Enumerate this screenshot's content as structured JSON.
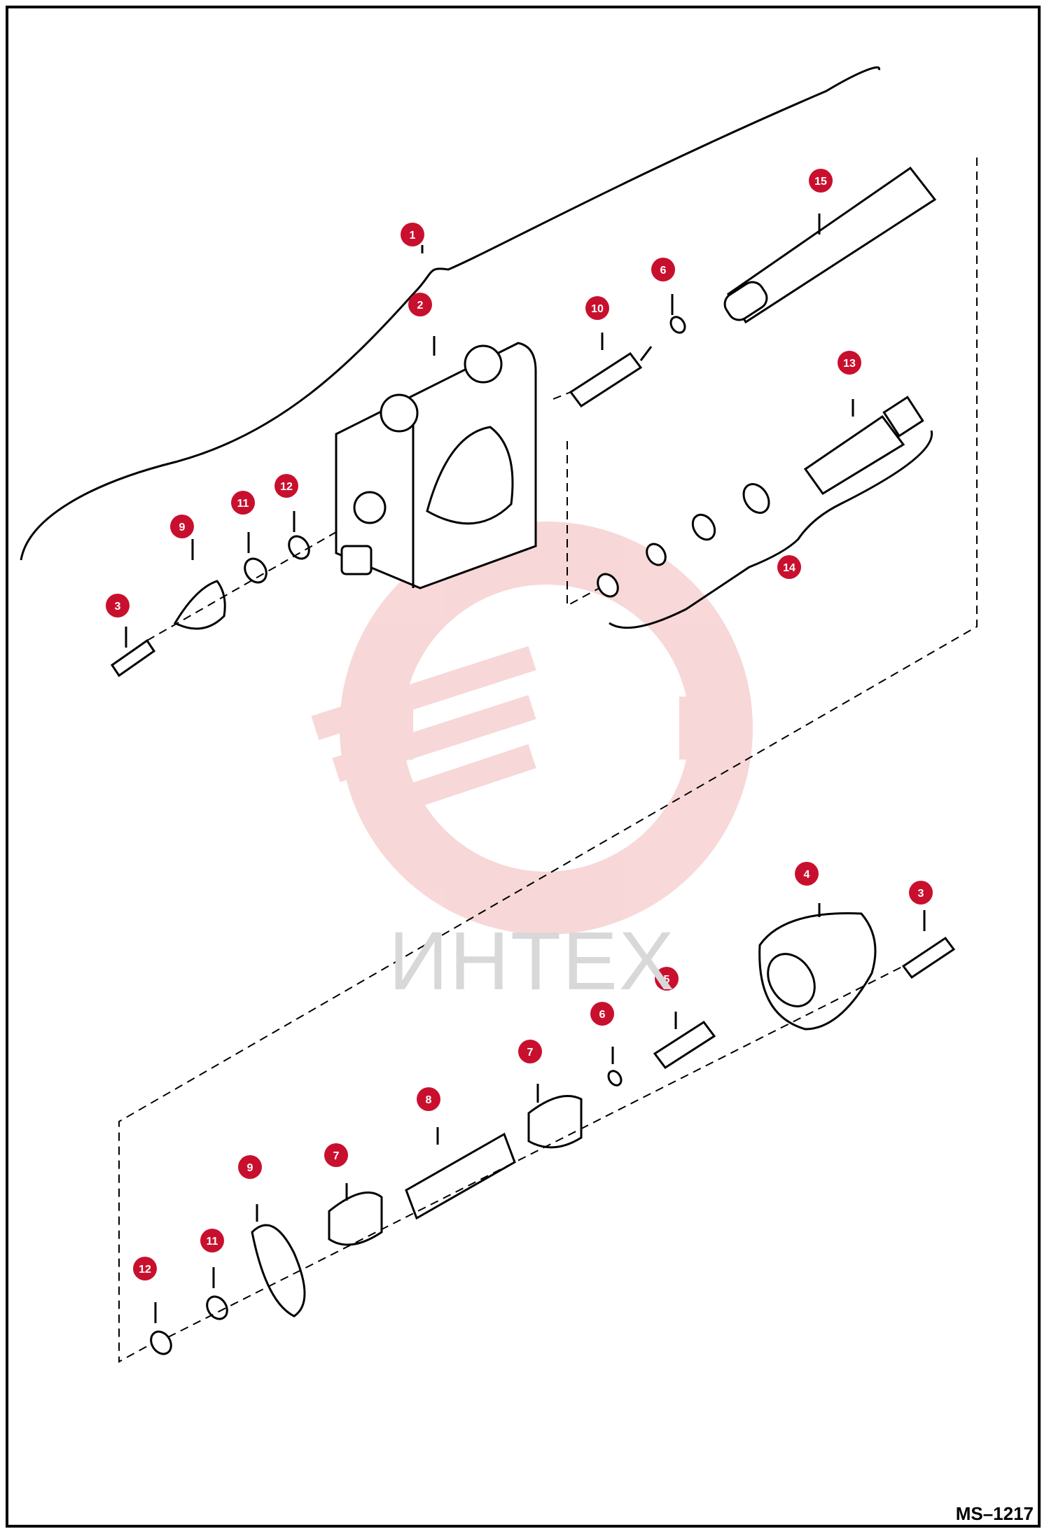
{
  "document": {
    "code": "MS–1217"
  },
  "watermark": {
    "text": "ИНТЕХ",
    "color": "#f2b8b8"
  },
  "callout_color": "#c8102e",
  "callouts": [
    {
      "id": "c1",
      "label": "1"
    },
    {
      "id": "c2",
      "label": "2"
    },
    {
      "id": "c3a",
      "label": "3"
    },
    {
      "id": "c3b",
      "label": "3"
    },
    {
      "id": "c4",
      "label": "4"
    },
    {
      "id": "c5",
      "label": "5"
    },
    {
      "id": "c6a",
      "label": "6"
    },
    {
      "id": "c6b",
      "label": "6"
    },
    {
      "id": "c7a",
      "label": "7"
    },
    {
      "id": "c7b",
      "label": "7"
    },
    {
      "id": "c8",
      "label": "8"
    },
    {
      "id": "c9a",
      "label": "9"
    },
    {
      "id": "c9b",
      "label": "9"
    },
    {
      "id": "c10",
      "label": "10"
    },
    {
      "id": "c11a",
      "label": "11"
    },
    {
      "id": "c11b",
      "label": "11"
    },
    {
      "id": "c12a",
      "label": "12"
    },
    {
      "id": "c12b",
      "label": "12"
    },
    {
      "id": "c13",
      "label": "13"
    },
    {
      "id": "c14",
      "label": "14"
    },
    {
      "id": "c15",
      "label": "15"
    }
  ]
}
